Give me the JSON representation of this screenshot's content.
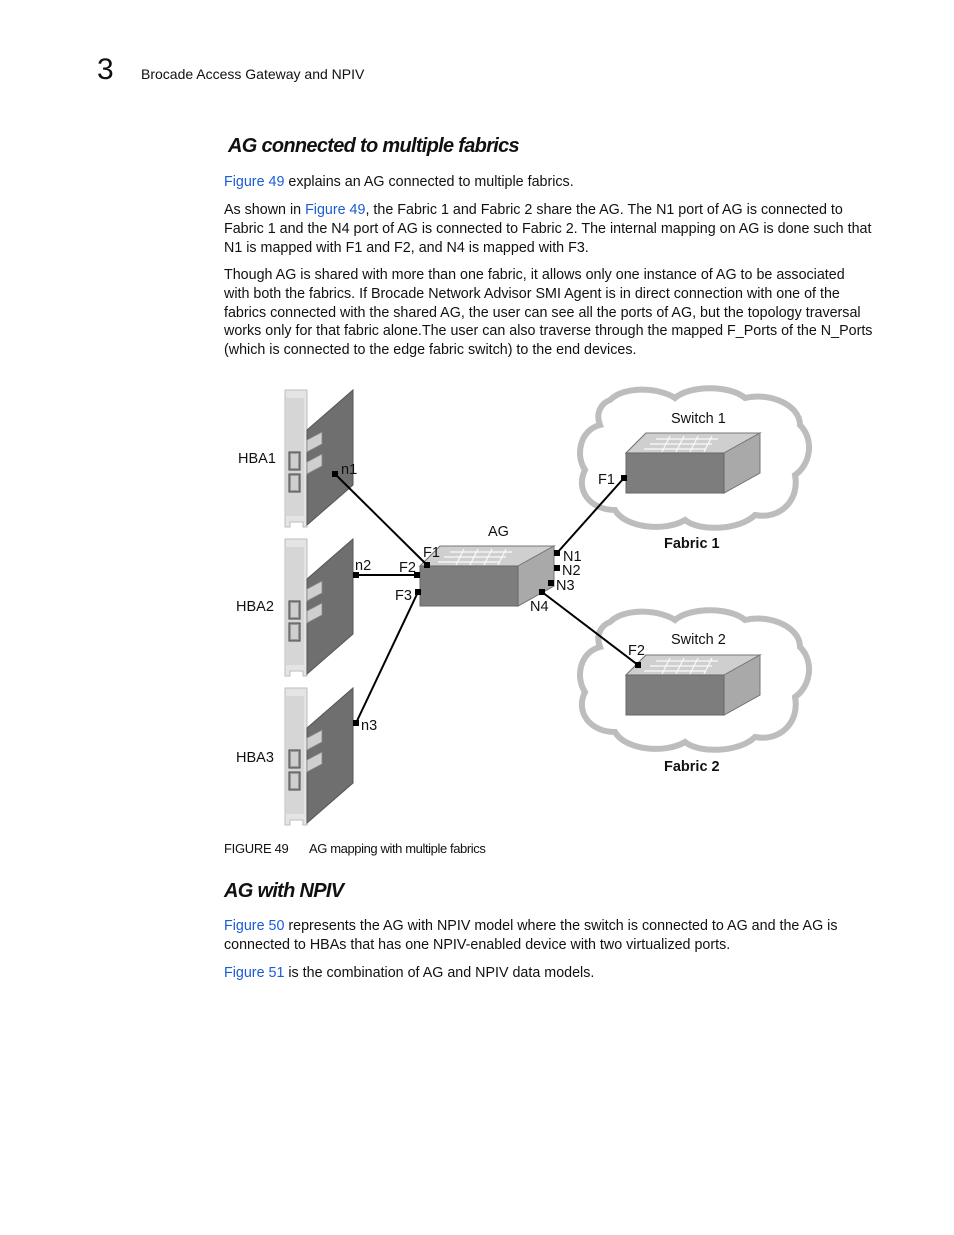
{
  "header": {
    "chapter_number": "3",
    "chapter_title": "Brocade Access Gateway and NPIV"
  },
  "section1": {
    "heading": "AG connected to multiple fabrics",
    "p1": {
      "link": "Figure 49",
      "text": " explains an AG connected to multiple fabrics."
    },
    "p2": {
      "pre": "As shown in ",
      "link": "Figure 49",
      "text": ", the Fabric 1 and Fabric 2 share the AG. The N1 port of AG is connected to Fabric 1 and the N4 port of AG is connected to Fabric 2. The internal mapping on AG is done such that N1 is mapped with F1 and F2, and N4 is mapped with F3."
    },
    "p3": "Though AG is shared with more than one fabric, it allows only one instance of AG to be associated with both the fabrics. If Brocade Network Advisor SMI Agent is in direct connection with one of the fabrics connected with the shared AG, the user can see all the ports of AG, but the topology traversal works only for that fabric alone.The user can also traverse through the mapped F_Ports of the N_Ports (which is connected to the edge fabric switch) to the end devices."
  },
  "figure": {
    "labels": {
      "hba1": "HBA1",
      "hba2": "HBA2",
      "hba3": "HBA3",
      "n1": "n1",
      "n2": "n2",
      "n3": "n3",
      "ag": "AG",
      "ag_f1": "F1",
      "ag_f2": "F2",
      "ag_f3": "F3",
      "ag_n1": "N1",
      "ag_n2": "N2",
      "ag_n3": "N3",
      "ag_n4": "N4",
      "switch1": "Switch 1",
      "switch2": "Switch 2",
      "sw1_f1": "F1",
      "sw2_f2": "F2",
      "fabric1": "Fabric 1",
      "fabric2": "Fabric 2"
    },
    "caption_number": "FIGURE 49",
    "caption_text": "AG mapping with multiple fabrics"
  },
  "section2": {
    "heading": "AG with NPIV",
    "p1": {
      "link": "Figure 50",
      "text": " represents the AG with NPIV model where the switch is connected to AG and the AG is connected to HBAs that has one NPIV-enabled device with two virtualized ports."
    },
    "p2": {
      "link": "Figure 51",
      "text": " is the combination of AG and NPIV data models."
    }
  },
  "colors": {
    "link": "#1a5bd6"
  }
}
